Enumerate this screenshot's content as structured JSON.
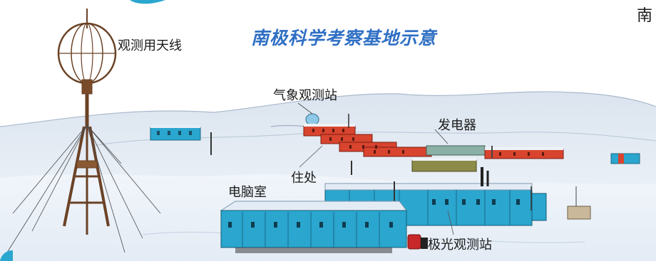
{
  "title": "南极科学考察基地示意",
  "corner_text": "南",
  "labels": {
    "antenna": "观测用天线",
    "weather_station": "气象观测站",
    "generator": "发电器",
    "residence": "住处",
    "computer_room": "电脑室",
    "aurora_station": "极光观测站"
  },
  "colors": {
    "title": "#2f6fc4",
    "building_blue": "#2aa6cf",
    "building_red": "#d8442e",
    "antenna_brown": "#6b4226",
    "snow_shadow": "#c9d7e8"
  }
}
